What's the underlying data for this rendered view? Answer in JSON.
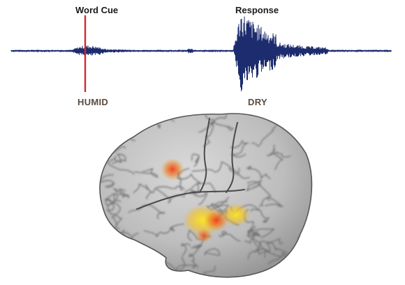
{
  "labels": {
    "cue_title": "Word Cue",
    "response_title": "Response",
    "cue_word": "HUMID",
    "response_word": "DRY"
  },
  "colors": {
    "waveform": "#1c2c6e",
    "cue_marker": "#d62828",
    "label_text": "#1a1a1a",
    "word_text": "#5a4a3e",
    "activation_hot": "#e8251e",
    "activation_warm": "#f6d21a"
  }
}
